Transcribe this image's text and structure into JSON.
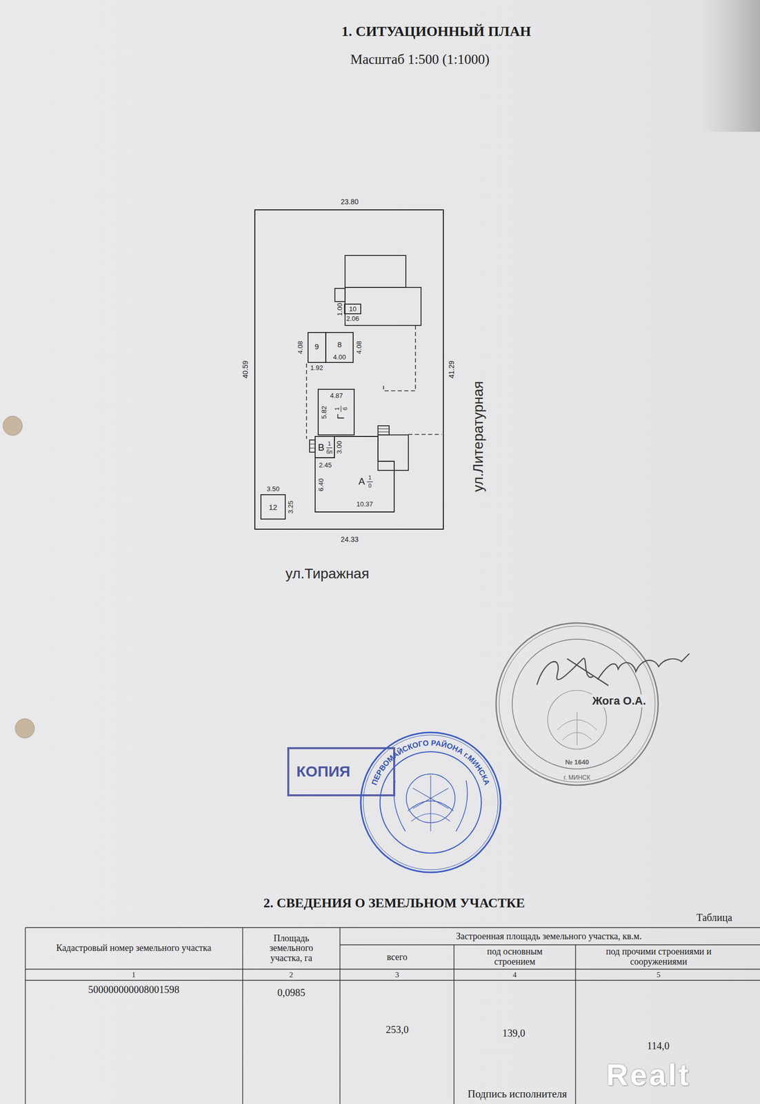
{
  "diagram": {
    "title": "1. СИТУАЦИОННЫЙ ПЛАН",
    "nodes": [
      {
        "text": [
          "23.80",
          "40.59",
          "41.29",
          "24.33"
        ]
      },
      {
        "text": [
          "10"
        ],
        "in": 0
      },
      {
        "text": [
          "9"
        ],
        "in": 0
      },
      {
        "text": [
          "8"
        ],
        "in": 0
      },
      {
        "text": [
          "Г",
          "1",
          "б"
        ],
        "in": 0
      },
      {
        "text": [
          "В",
          "1",
          "бл"
        ],
        "in": 0
      },
      {
        "text": [
          "А",
          "1",
          "0"
        ],
        "in": 0
      },
      {
        "text": [
          "12"
        ],
        "in": 0
      }
    ],
    "labels": [
      "Масштаб 1:500 (1:1000)",
      "1.00",
      "2.06",
      "4.08",
      "1.92",
      "4.00",
      "4.08",
      "4.87",
      "5.82",
      "3.00",
      "2.45",
      "6.40",
      "10.37",
      "3.50",
      "3.25",
      "ул.Литературная",
      "ул.Тиражная",
      "Жога О.А.",
      "№ 1640",
      "г. МИНСК",
      "КОПИЯ",
      "ПЕРВОМАЙСКОГО РАЙОНА г.МИНСКА",
      "2. СВЕДЕНИЯ О ЗЕМЕЛЬНОМ УЧАСТКЕ",
      "Таблица",
      "Кадастровый номер земельного участка",
      "Площадь земельного участка, га",
      "Застроенная площадь земельного участка, кв.м.",
      "всего",
      "под основным строением",
      "под прочими строениями и сооружениями",
      "1",
      "2",
      "3",
      "4",
      "5",
      "500000000008001598",
      "0,0985",
      "253,0",
      "139,0",
      "114,0",
      "Realt",
      "Подпись исполнителя"
    ]
  }
}
